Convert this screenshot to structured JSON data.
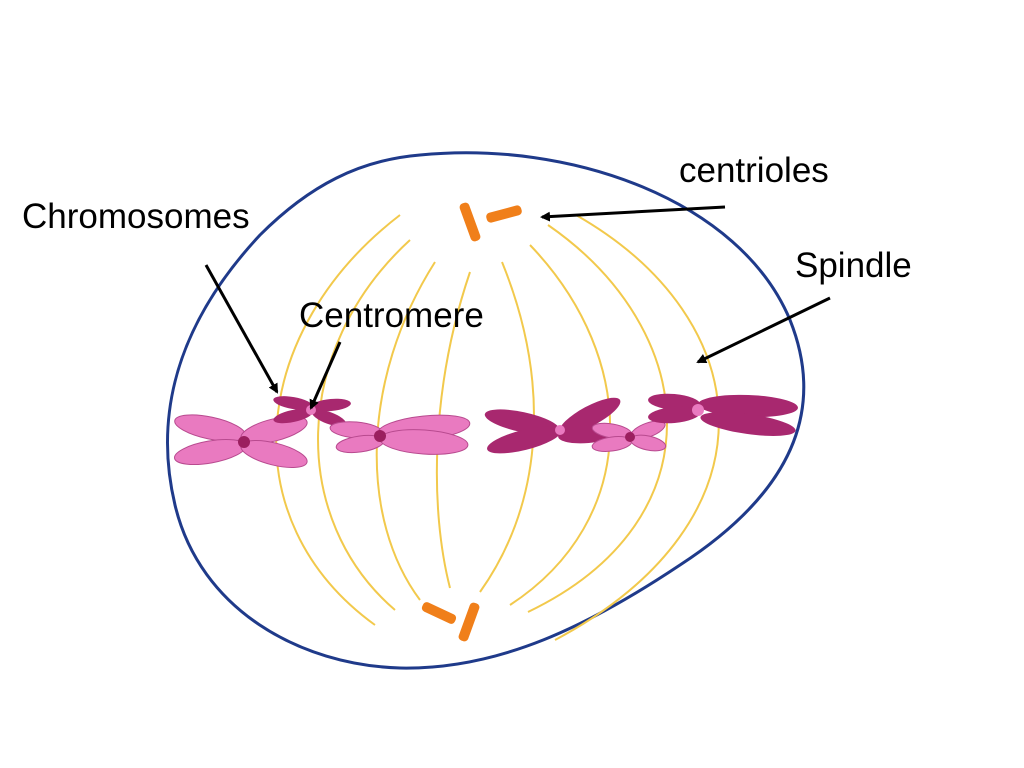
{
  "labels": {
    "chromosomes": "Chromosomes",
    "centromere": "Centromere",
    "centrioles": "centrioles",
    "spindle": "Spindle"
  },
  "colors": {
    "cell_membrane": "#1f3a8a",
    "spindle_fibers": "#f2c94c",
    "centrioles": "#f07f1a",
    "chromosome_light": "#e97ac0",
    "chromosome_dark": "#a8286f",
    "centromere": "#9b1f5f",
    "arrows": "#000000"
  }
}
